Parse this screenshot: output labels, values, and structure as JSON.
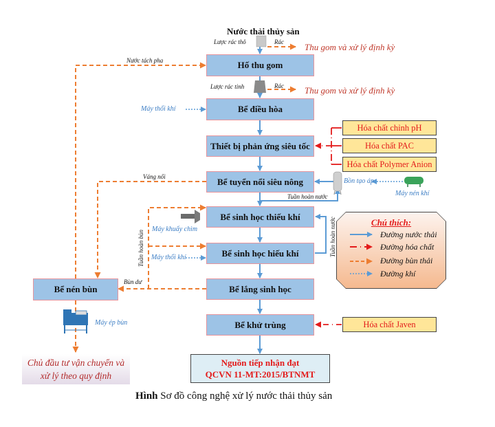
{
  "title": "Nước thải thủy sản",
  "process_steps": [
    {
      "id": "ho-thu-gom",
      "label": "Hố thu gom"
    },
    {
      "id": "be-dieu-hoa",
      "label": "Bể điều hòa"
    },
    {
      "id": "thiet-bi-phan-ung",
      "label": "Thiết bị phản ứng siêu tốc"
    },
    {
      "id": "be-tuyen-noi",
      "label": "Bể tuyển nổi siêu nông"
    },
    {
      "id": "be-thieu-khi",
      "label": "Bể sinh học thiếu khí"
    },
    {
      "id": "be-hieu-khi",
      "label": "Bể sinh học hiếu khí"
    },
    {
      "id": "be-lang",
      "label": "Bể lắng sinh học"
    },
    {
      "id": "be-khu-trung",
      "label": "Bể khử trùng"
    }
  ],
  "sludge_tank": "Bể nén bùn",
  "final": {
    "line1": "Nguồn tiếp nhận đạt",
    "line2": "QCVN 11-MT:2015/BTNMT"
  },
  "destination": {
    "line1": "Chủ đầu tư vận chuyển và",
    "line2": "xử lý theo quy định"
  },
  "chemicals": {
    "ph": "Hóa chất chỉnh pH",
    "pac": "Hóa chất PAC",
    "polymer": "Hóa chất Polymer Anion",
    "javen": "Hóa chất Javen"
  },
  "labels": {
    "luoc_rac_tho": "Lược rác thô",
    "luoc_rac_tinh": "Lược rác tinh",
    "rac": "Rác",
    "thu_gom": "Thu gom và xử lý định kỳ",
    "nuoc_tach_pha": "Nước tách pha",
    "may_thoi_khi": "Máy thổi khí",
    "vang_noi": "Váng nổi",
    "bon_tao_ap": "Bồn tạo áp",
    "may_nen_khi": "Máy nén khí",
    "tuan_hoan_nuoc": "Tuần hoàn nước",
    "may_khuay_chim": "Máy khuấy chìm",
    "tuan_hoan_bun": "Tuần hoàn bùn",
    "bun_du": "Bùn dư",
    "may_ep_bun": "Máy ép bùn"
  },
  "legend": {
    "title": "Chú thích:",
    "items": [
      {
        "label": "Đường nước thải",
        "color": "#5b9bd5",
        "style": "solid"
      },
      {
        "label": "Đường hóa chất",
        "color": "#e31b1b",
        "style": "dash-dot"
      },
      {
        "label": "Đường bùn thải",
        "color": "#ed7d31",
        "style": "dashed"
      },
      {
        "label": "Đường khí",
        "color": "#5b9bd5",
        "style": "dotted"
      }
    ]
  },
  "caption": {
    "bold": "Hình",
    "text": " Sơ đồ công nghệ xử lý nước thải thủy sản"
  },
  "colors": {
    "water": "#5b9bd5",
    "chemical": "#e31b1b",
    "sludge": "#ed7d31",
    "air": "#5b9bd5",
    "process_fill": "#9dc3e6",
    "chem_fill": "#ffe699"
  }
}
